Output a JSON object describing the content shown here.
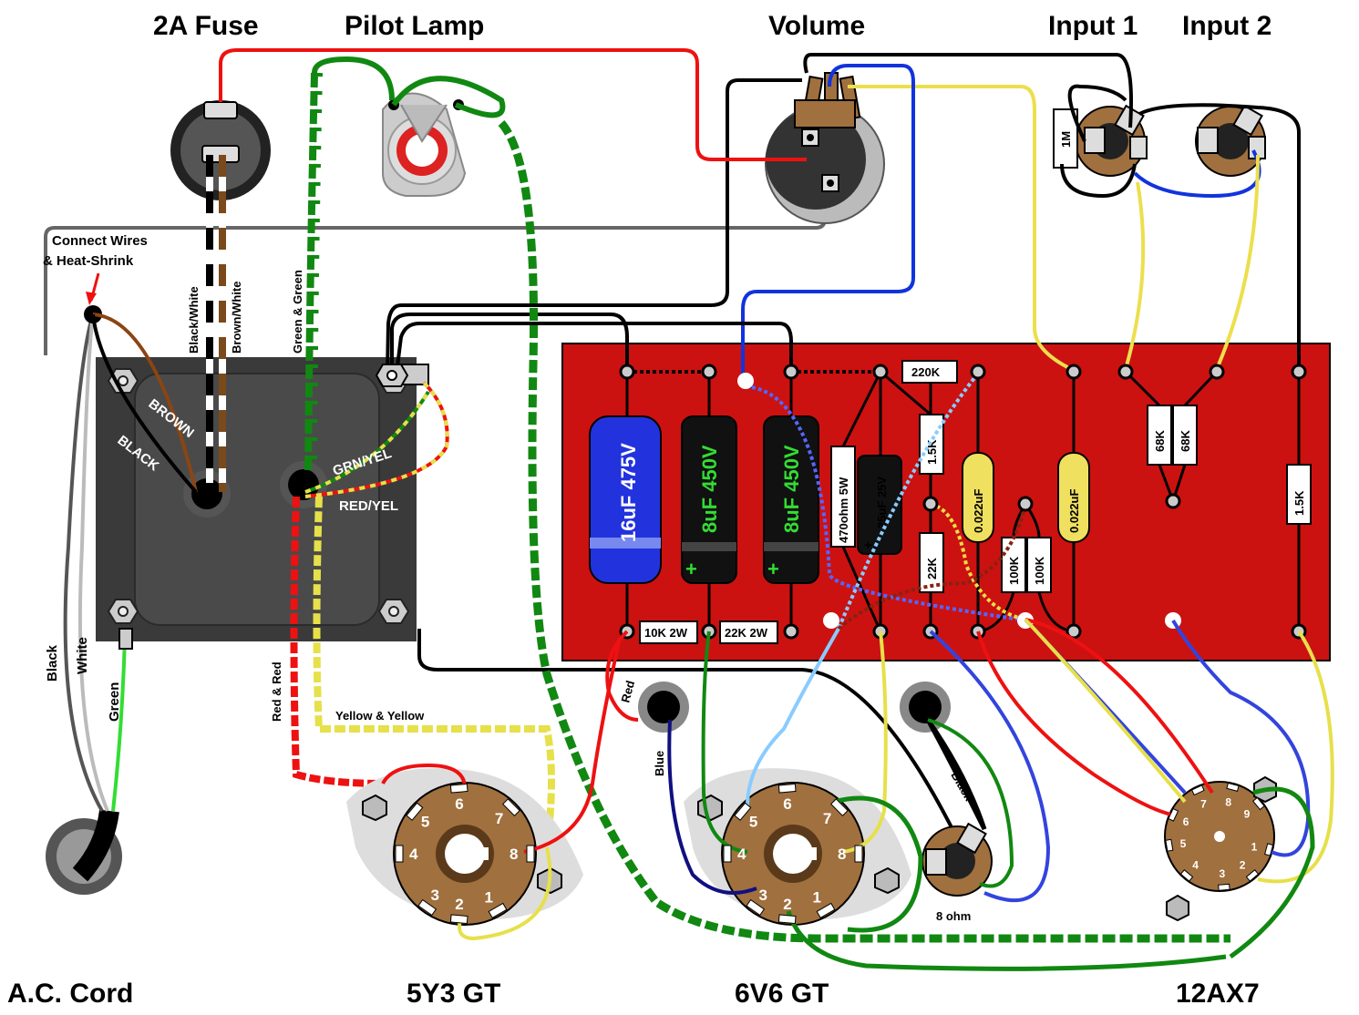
{
  "titles": {
    "fuse": "2A Fuse",
    "pilot_lamp": "Pilot Lamp",
    "volume": "Volume",
    "input1": "Input 1",
    "input2": "Input 2",
    "ac_cord": "A.C. Cord",
    "rectifier": "5Y3 GT",
    "power_tube": "6V6 GT",
    "preamp_tube": "12AX7"
  },
  "wire_labels": {
    "connect_line1": "Connect Wires",
    "connect_line2": "& Heat-Shrink",
    "black_white": "Black/White",
    "brown_white": "Brown/White",
    "green_green": "Green & Green",
    "brown": "BROWN",
    "black": "BLACK",
    "grn_yel": "GRN/YEL",
    "red_yel": "RED/YEL",
    "black_ac": "Black",
    "white_ac": "White",
    "green_ac": "Green",
    "red_red": "Red & Red",
    "yellow_yellow": "Yellow & Yellow",
    "red": "Red",
    "blue": "Blue",
    "black_spk": "Black",
    "speaker": "8 ohm"
  },
  "components": {
    "cap_16": "16uF 475V",
    "cap_8a": "8uF 450V",
    "cap_8b": "8uF 450V",
    "res_470": "470ohm 5W",
    "cap_25": "25uF 25V",
    "res_220k": "220K",
    "res_1_5k_a": "1.5K",
    "res_22k": "22K",
    "cap_022a": "0.022uF",
    "cap_022b": "0.022uF",
    "res_100k_a": "100K",
    "res_100k_b": "100K",
    "res_68k_a": "68K",
    "res_68k_b": "68K",
    "res_1_5k_b": "1.5K",
    "res_10k": "10K 2W",
    "res_22k_2w": "22K 2W",
    "res_1m": "1M",
    "plus": "+"
  },
  "pins": {
    "octal": [
      "1",
      "2",
      "3",
      "4",
      "5",
      "6",
      "7",
      "8"
    ],
    "noval": [
      "1",
      "2",
      "3",
      "4",
      "5",
      "6",
      "7",
      "8",
      "9"
    ]
  },
  "colors": {
    "board": "#cc1111",
    "transformer": "#4a4a4a",
    "socket": "#a0703e",
    "cap_blue": "#2233dd",
    "cap_black": "#111111",
    "cap_text_green": "#33dd33",
    "cap_yellow": "#f0e060"
  }
}
